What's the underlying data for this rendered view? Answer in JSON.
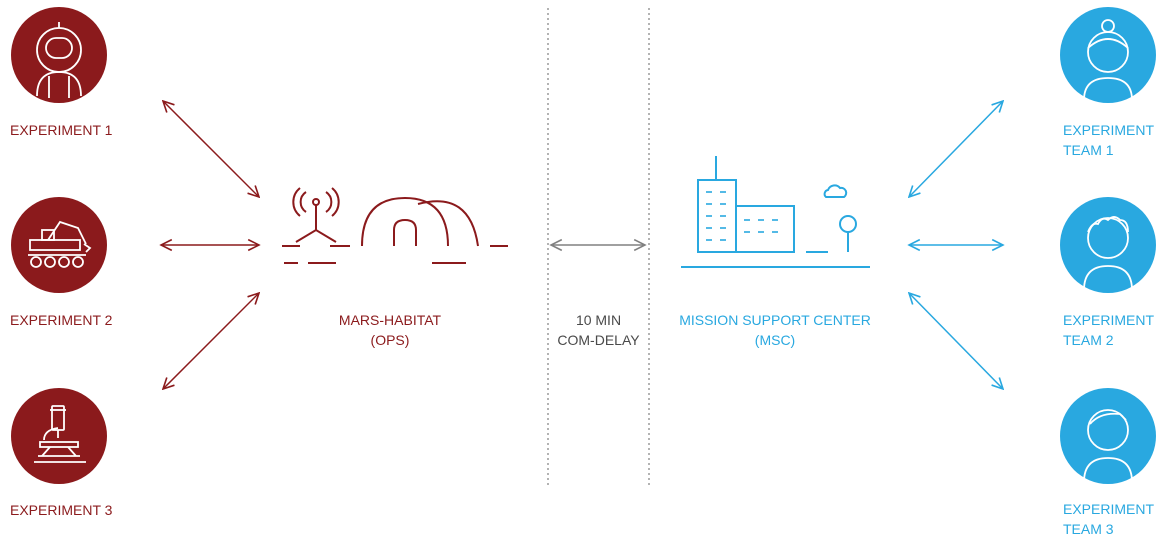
{
  "colors": {
    "habitat": "#8b1a1c",
    "mission": "#29a8e0",
    "delay": "#808080"
  },
  "experiments": [
    {
      "label": "EXPERIMENT 1",
      "icon": "astronaut-icon"
    },
    {
      "label": "EXPERIMENT 2",
      "icon": "rover-icon"
    },
    {
      "label": "EXPERIMENT 3",
      "icon": "microscope-icon"
    }
  ],
  "habitat": {
    "line1": "MARS-HABITAT",
    "line2": "(OPS)",
    "icon": "habitat-icon"
  },
  "delay": {
    "line1": "10 MIN",
    "line2": "COM-DELAY"
  },
  "msc": {
    "line1": "MISSION SUPPORT CENTER",
    "line2": "(MSC)",
    "icon": "city-icon"
  },
  "teams": [
    {
      "line1": "EXPERIMENT",
      "line2": "TEAM 1",
      "icon": "person-icon"
    },
    {
      "line1": "EXPERIMENT",
      "line2": "TEAM 2",
      "icon": "person-icon"
    },
    {
      "line1": "EXPERIMENT",
      "line2": "TEAM 3",
      "icon": "person-icon"
    }
  ]
}
